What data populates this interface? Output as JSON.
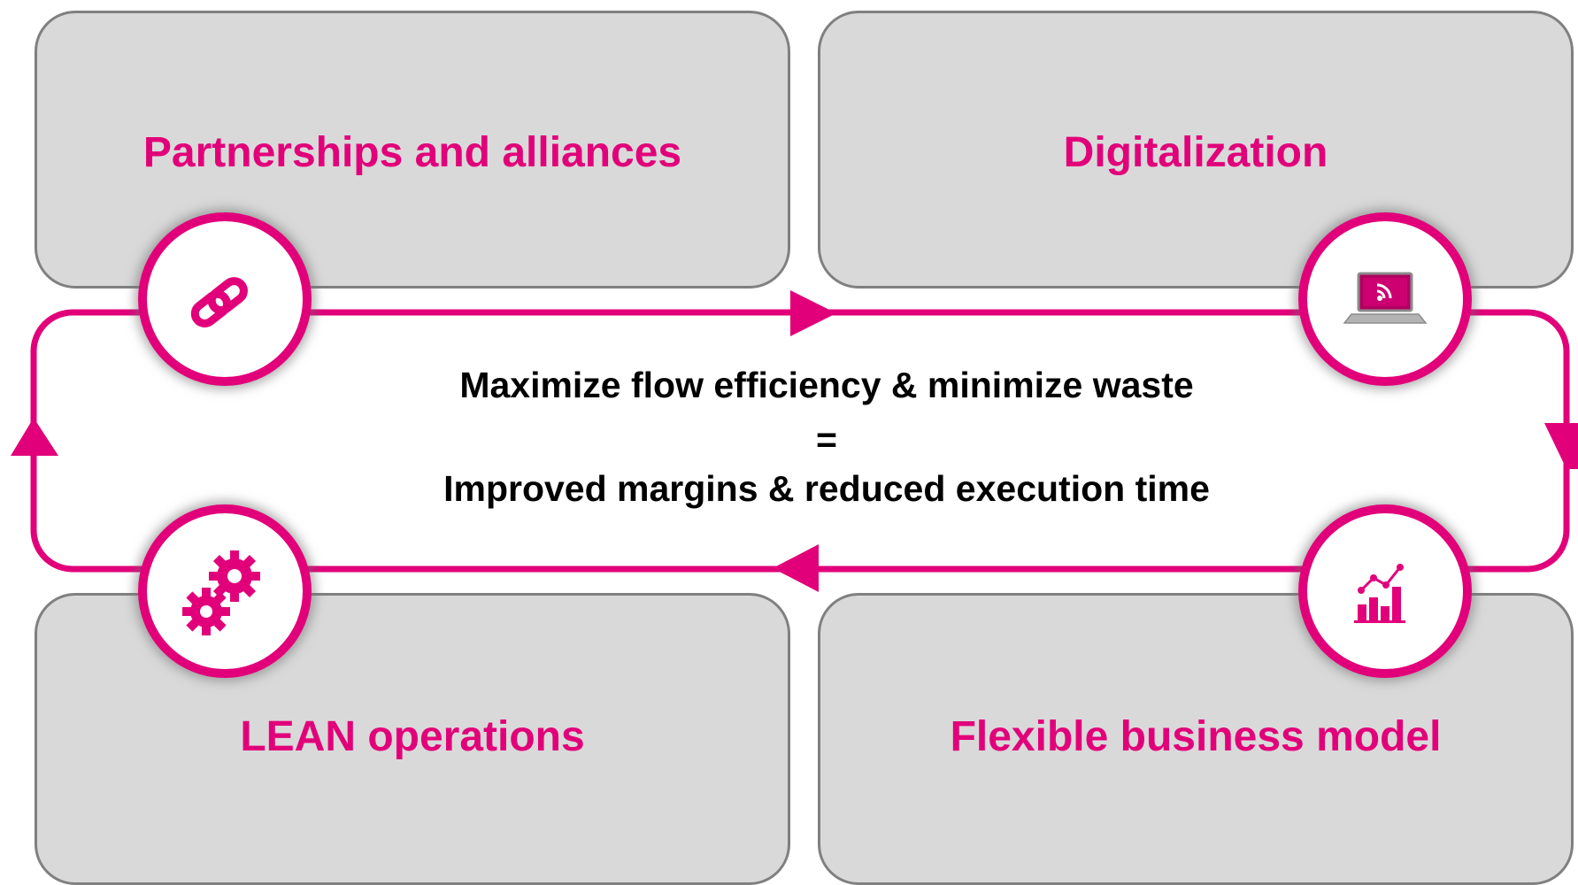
{
  "quadrants": {
    "top_left": {
      "label": "Partnerships and alliances",
      "icon": "chain-link-icon"
    },
    "top_right": {
      "label": "Digitalization",
      "icon": "laptop-rss-icon"
    },
    "bottom_left": {
      "label": "LEAN operations",
      "icon": "gears-icon"
    },
    "bottom_right": {
      "label": "Flexible business model",
      "icon": "growth-chart-icon"
    }
  },
  "center": {
    "line1": "Maximize flow efficiency & minimize waste",
    "line2": "=",
    "line3": "Improved margins & reduced execution time"
  },
  "colors": {
    "accent": "#e2007a",
    "box_fill": "#d9d9d9",
    "box_border": "#808080",
    "text": "#000000"
  }
}
